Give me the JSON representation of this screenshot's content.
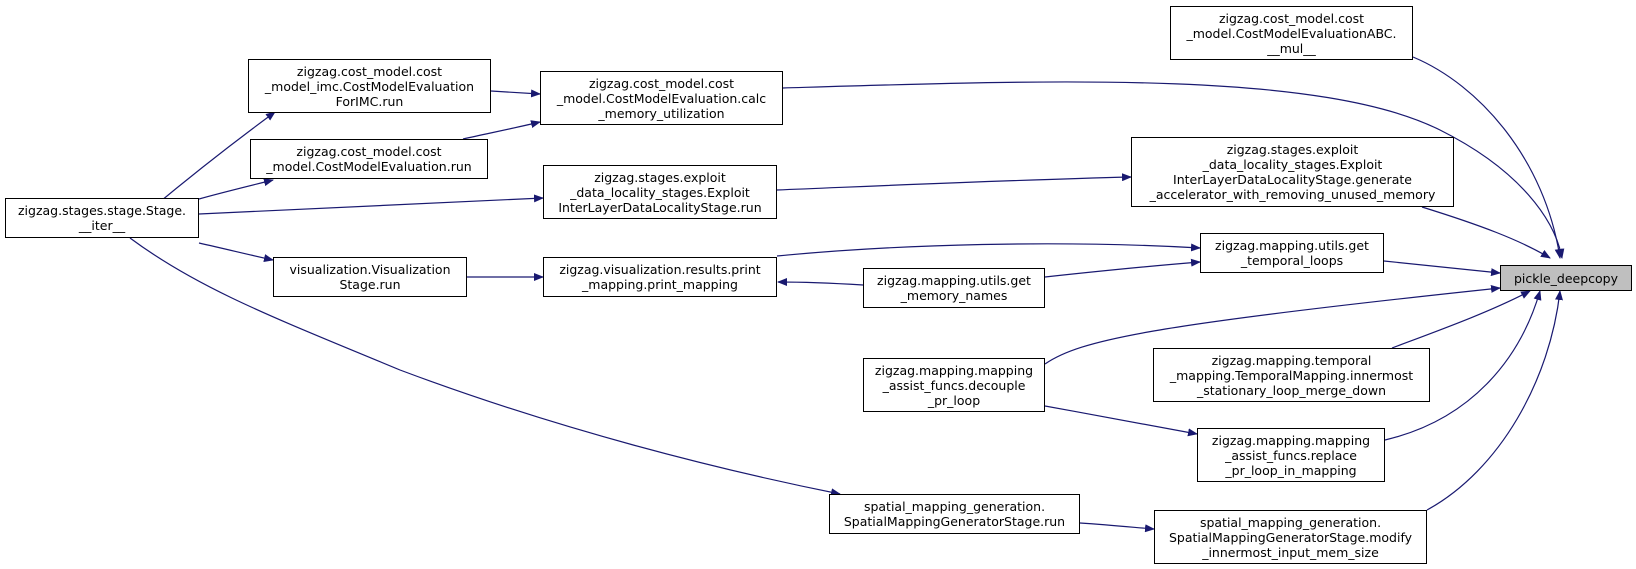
{
  "colors": {
    "edge": "#191970",
    "root_fill": "#bfbfbf",
    "node_fill": "#ffffff",
    "border": "#000000"
  },
  "nodes": {
    "root": "pickle_deepcopy",
    "mul": "zigzag.cost_model.cost\n_model.CostModelEvaluationABC.\n__mul__",
    "calc_mem": "zigzag.cost_model.cost\n_model.CostModelEvaluation.calc\n_memory_utilization",
    "imc_run": "zigzag.cost_model.cost\n_model_imc.CostModelEvaluation\nForIMC.run",
    "cme_run": "zigzag.cost_model.cost\n_model.CostModelEvaluation.run",
    "stage_iter": "zigzag.stages.stage.Stage.\n__iter__",
    "exploit_gen": "zigzag.stages.exploit\n_data_locality_stages.Exploit\nInterLayerDataLocalityStage.generate\n_accelerator_with_removing_unused_memory",
    "exploit_run": "zigzag.stages.exploit\n_data_locality_stages.Exploit\nInterLayerDataLocalityStage.run",
    "get_temporal": "zigzag.mapping.utils.get\n_temporal_loops",
    "vis_run": "visualization.Visualization\nStage.run",
    "print_mapping": "zigzag.visualization.results.print\n_mapping.print_mapping",
    "get_mem_names": "zigzag.mapping.utils.get\n_memory_names",
    "decouple": "zigzag.mapping.mapping\n_assist_funcs.decouple\n_pr_loop",
    "innermost_merge": "zigzag.mapping.temporal\n_mapping.TemporalMapping.innermost\n_stationary_loop_merge_down",
    "replace_pr": "zigzag.mapping.mapping\n_assist_funcs.replace\n_pr_loop_in_mapping",
    "spatial_run": "spatial_mapping_generation.\nSpatialMappingGeneratorStage.run",
    "spatial_modify": "spatial_mapping_generation.\nSpatialMappingGeneratorStage.modify\n_innermost_input_mem_size"
  }
}
